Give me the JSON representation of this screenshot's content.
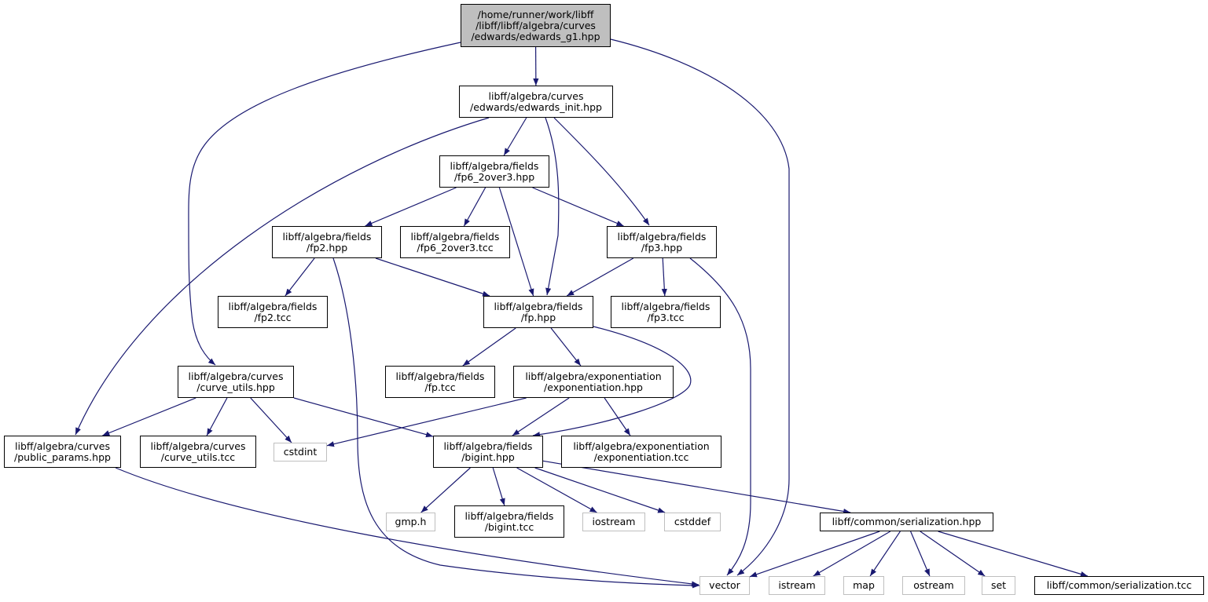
{
  "colors": {
    "edge": "#191970",
    "root_fill": "#bfbfbf",
    "external_border": "#bfbfbf"
  },
  "nodes": [
    {
      "id": "root",
      "kind": "root",
      "lines": [
        "/home/runner/work/libff",
        "/libff/libff/algebra/curves",
        "/edwards/edwards_g1.hpp"
      ]
    },
    {
      "id": "edwards_init",
      "kind": "file",
      "lines": [
        "libff/algebra/curves",
        "/edwards/edwards_init.hpp"
      ]
    },
    {
      "id": "fp6_2over3_hpp",
      "kind": "file",
      "lines": [
        "libff/algebra/fields",
        "/fp6_2over3.hpp"
      ]
    },
    {
      "id": "fp2_hpp",
      "kind": "file",
      "lines": [
        "libff/algebra/fields",
        "/fp2.hpp"
      ]
    },
    {
      "id": "fp6_2over3_tcc",
      "kind": "file",
      "lines": [
        "libff/algebra/fields",
        "/fp6_2over3.tcc"
      ]
    },
    {
      "id": "fp3_hpp",
      "kind": "file",
      "lines": [
        "libff/algebra/fields",
        "/fp3.hpp"
      ]
    },
    {
      "id": "fp2_tcc",
      "kind": "file",
      "lines": [
        "libff/algebra/fields",
        "/fp2.tcc"
      ]
    },
    {
      "id": "fp_hpp",
      "kind": "file",
      "lines": [
        "libff/algebra/fields",
        "/fp.hpp"
      ]
    },
    {
      "id": "fp3_tcc",
      "kind": "file",
      "lines": [
        "libff/algebra/fields",
        "/fp3.tcc"
      ]
    },
    {
      "id": "curve_utils_hpp",
      "kind": "file",
      "lines": [
        "libff/algebra/curves",
        "/curve_utils.hpp"
      ]
    },
    {
      "id": "fp_tcc",
      "kind": "file",
      "lines": [
        "libff/algebra/fields",
        "/fp.tcc"
      ]
    },
    {
      "id": "exp_hpp",
      "kind": "file",
      "lines": [
        "libff/algebra/exponentiation",
        "/exponentiation.hpp"
      ]
    },
    {
      "id": "public_params",
      "kind": "file",
      "lines": [
        "libff/algebra/curves",
        "/public_params.hpp"
      ]
    },
    {
      "id": "curve_utils_tcc",
      "kind": "file",
      "lines": [
        "libff/algebra/curves",
        "/curve_utils.tcc"
      ]
    },
    {
      "id": "cstdint",
      "kind": "external",
      "lines": [
        "cstdint"
      ]
    },
    {
      "id": "bigint_hpp",
      "kind": "file",
      "lines": [
        "libff/algebra/fields",
        "/bigint.hpp"
      ]
    },
    {
      "id": "exp_tcc",
      "kind": "file",
      "lines": [
        "libff/algebra/exponentiation",
        "/exponentiation.tcc"
      ]
    },
    {
      "id": "gmp",
      "kind": "external",
      "lines": [
        "gmp.h"
      ]
    },
    {
      "id": "bigint_tcc",
      "kind": "file",
      "lines": [
        "libff/algebra/fields",
        "/bigint.tcc"
      ]
    },
    {
      "id": "iostream",
      "kind": "external",
      "lines": [
        "iostream"
      ]
    },
    {
      "id": "cstddef",
      "kind": "external",
      "lines": [
        "cstddef"
      ]
    },
    {
      "id": "serialization_hpp",
      "kind": "file",
      "lines": [
        "libff/common/serialization.hpp"
      ]
    },
    {
      "id": "vector",
      "kind": "external",
      "lines": [
        "vector"
      ]
    },
    {
      "id": "istream",
      "kind": "external",
      "lines": [
        "istream"
      ]
    },
    {
      "id": "map",
      "kind": "external",
      "lines": [
        "map"
      ]
    },
    {
      "id": "ostream",
      "kind": "external",
      "lines": [
        "ostream"
      ]
    },
    {
      "id": "set",
      "kind": "external",
      "lines": [
        "set"
      ]
    },
    {
      "id": "serialization_tcc",
      "kind": "file",
      "lines": [
        "libff/common/serialization.tcc"
      ]
    }
  ],
  "edges": [
    [
      "root",
      "edwards_init"
    ],
    [
      "root",
      "curve_utils_hpp"
    ],
    [
      "root",
      "vector"
    ],
    [
      "edwards_init",
      "fp6_2over3_hpp"
    ],
    [
      "edwards_init",
      "fp3_hpp"
    ],
    [
      "edwards_init",
      "fp_hpp"
    ],
    [
      "edwards_init",
      "public_params"
    ],
    [
      "fp6_2over3_hpp",
      "fp2_hpp"
    ],
    [
      "fp6_2over3_hpp",
      "fp6_2over3_tcc"
    ],
    [
      "fp6_2over3_hpp",
      "fp3_hpp"
    ],
    [
      "fp6_2over3_hpp",
      "fp_hpp"
    ],
    [
      "fp2_hpp",
      "fp2_tcc"
    ],
    [
      "fp2_hpp",
      "fp_hpp"
    ],
    [
      "fp2_hpp",
      "vector"
    ],
    [
      "fp3_hpp",
      "fp_hpp"
    ],
    [
      "fp3_hpp",
      "fp3_tcc"
    ],
    [
      "fp3_hpp",
      "vector"
    ],
    [
      "fp_hpp",
      "fp_tcc"
    ],
    [
      "fp_hpp",
      "exp_hpp"
    ],
    [
      "fp_hpp",
      "bigint_hpp"
    ],
    [
      "curve_utils_hpp",
      "public_params"
    ],
    [
      "curve_utils_hpp",
      "curve_utils_tcc"
    ],
    [
      "curve_utils_hpp",
      "cstdint"
    ],
    [
      "curve_utils_hpp",
      "bigint_hpp"
    ],
    [
      "exp_hpp",
      "cstdint"
    ],
    [
      "exp_hpp",
      "bigint_hpp"
    ],
    [
      "exp_hpp",
      "exp_tcc"
    ],
    [
      "public_params",
      "vector"
    ],
    [
      "bigint_hpp",
      "gmp"
    ],
    [
      "bigint_hpp",
      "bigint_tcc"
    ],
    [
      "bigint_hpp",
      "iostream"
    ],
    [
      "bigint_hpp",
      "cstddef"
    ],
    [
      "bigint_hpp",
      "serialization_hpp"
    ],
    [
      "serialization_hpp",
      "vector"
    ],
    [
      "serialization_hpp",
      "istream"
    ],
    [
      "serialization_hpp",
      "map"
    ],
    [
      "serialization_hpp",
      "ostream"
    ],
    [
      "serialization_hpp",
      "set"
    ],
    [
      "serialization_hpp",
      "serialization_tcc"
    ]
  ]
}
